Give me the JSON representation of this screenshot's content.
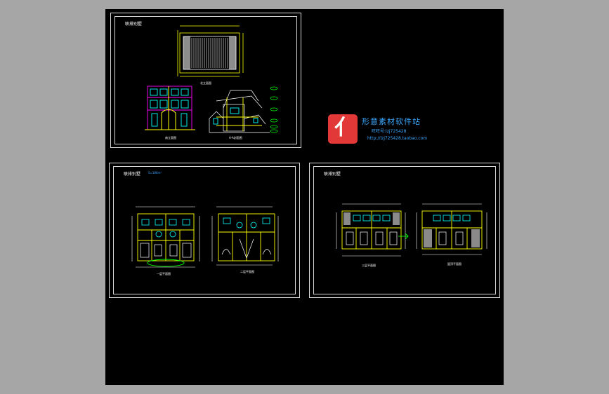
{
  "sheets": {
    "elevation": {
      "title": "联排别墅",
      "labels": {
        "north_elevation": "北立面图",
        "south_elevation": "南立面图",
        "section": "A-A剖面图"
      }
    },
    "plans_1": {
      "title": "联排别墅",
      "note": "S=186m²",
      "labels": {
        "ground_floor": "一层平面图",
        "second_floor": "二层平面图"
      }
    },
    "plans_2": {
      "title": "联排别墅",
      "labels": {
        "third_floor": "三层平面图",
        "roof_plan": "屋顶平面图"
      }
    }
  },
  "watermark": {
    "logo_glyph": "亻",
    "title": "形意素材软件站",
    "qq": "旺旺号:lzj725428",
    "url": "http://lzj725428.taobao.com"
  },
  "colors": {
    "background": "#a6a6a6",
    "canvas": "#000000",
    "frame": "#d8d8d8",
    "yellow": "#ffff00",
    "cyan": "#00ffff",
    "magenta": "#ff00ff",
    "green": "#00ff00",
    "blue": "#3aa8ff",
    "red": "#ff3030",
    "logo": "#e33838"
  }
}
